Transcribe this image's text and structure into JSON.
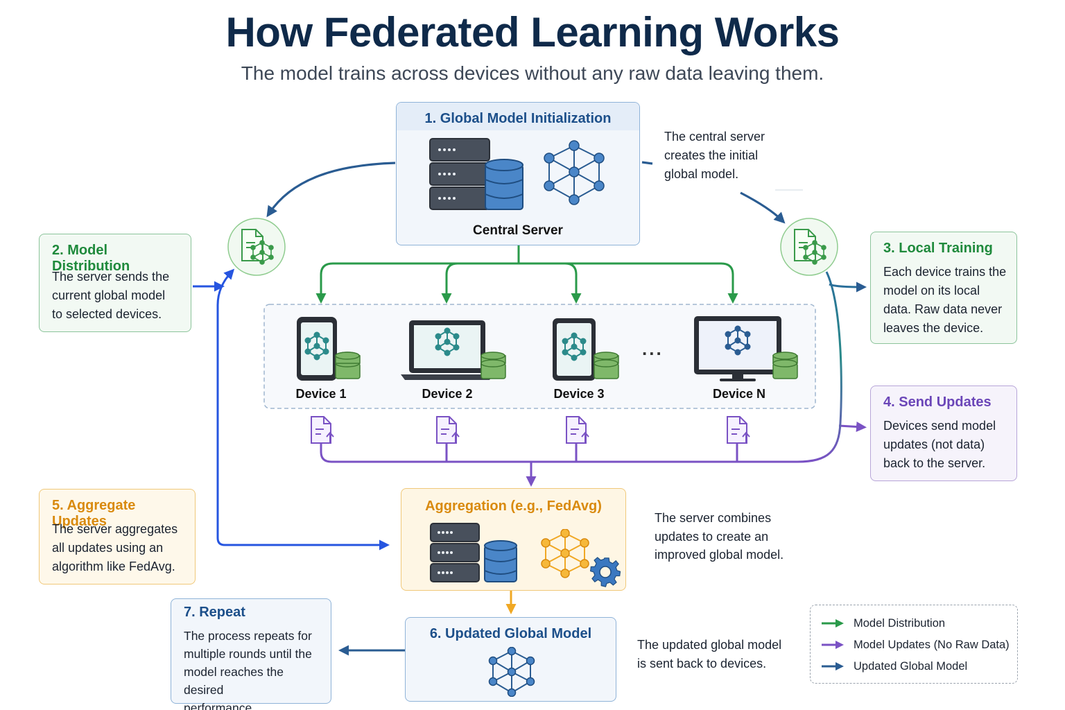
{
  "title": "How Federated Learning Works",
  "subtitle": "The model trains across devices without any raw data leaving them.",
  "server_panel": {
    "title": "1. Global Model Initialization",
    "label": "Central Server",
    "note": [
      "The central server",
      "creates the initial",
      "global model."
    ]
  },
  "steps": [
    {
      "title": "2. Model Distribution",
      "lines": [
        "The server sends the",
        "current global model",
        "to selected devices."
      ]
    },
    {
      "title": "3. Local Training",
      "lines": [
        "Each device trains the",
        "model on its local",
        "data. Raw data never",
        "leaves the device."
      ]
    },
    {
      "title": "4. Send Updates",
      "lines": [
        "Devices send model",
        "updates (not data)",
        "back to the server."
      ]
    },
    {
      "title": "5. Aggregate Updates",
      "lines": [
        "The server aggregates",
        "all updates using an",
        "algorithm like FedAvg."
      ]
    },
    {
      "title": "7. Repeat",
      "lines": [
        "The process repeats for",
        "multiple rounds until the",
        "model reaches the desired",
        "performance."
      ]
    }
  ],
  "devices": [
    "Device 1",
    "Device 2",
    "Device 3",
    "Device N"
  ],
  "ellipsis": "...",
  "aggregation_panel": {
    "title": "Aggregation (e.g., FedAvg)",
    "note": [
      "The server combines",
      "updates to create an",
      "improved global model."
    ]
  },
  "updated_panel": {
    "title": "6. Updated Global Model",
    "note": [
      "The updated global model",
      "is sent back to devices."
    ]
  },
  "legend": [
    {
      "label": "Model Distribution",
      "color": "#2a9a4a"
    },
    {
      "label": "Model Updates (No Raw Data)",
      "color": "#7a52c4"
    },
    {
      "label": "Updated Global Model",
      "color": "#2a5c92"
    }
  ],
  "colors": {
    "green": "#2a9a4a",
    "purple": "#7a52c4",
    "blue": "#2a5c92",
    "bright_blue": "#2655e0",
    "orange": "#f0a824"
  }
}
